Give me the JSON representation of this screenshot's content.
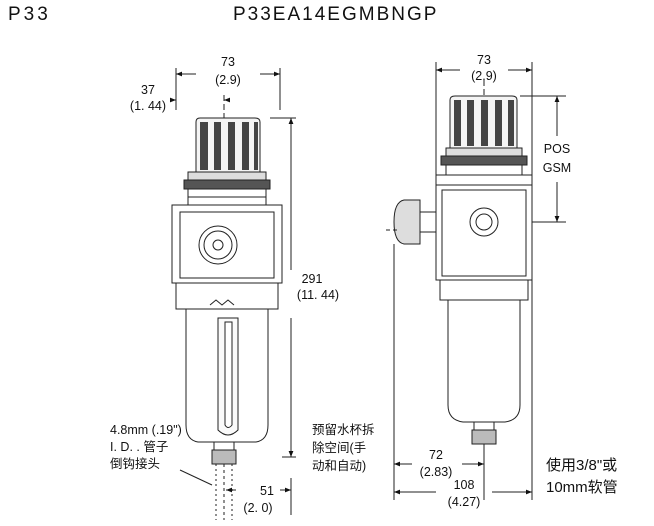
{
  "header": {
    "series": "P33",
    "model": "P33EA14EGMBNGP"
  },
  "front_view": {
    "width_mm": "73",
    "width_in": "(2.9)",
    "offset_mm": "37",
    "offset_in": "(1. 44)",
    "height_mm": "291",
    "height_in": "(11. 44)",
    "drain_offset_mm": "51",
    "drain_offset_in": "(2. 0)",
    "fitting_note": [
      "4.8mm (.19\")",
      "I. D. . 管子",
      "倒钩接头"
    ]
  },
  "side_view": {
    "width_mm": "73",
    "width_in": "(2.9)",
    "pos_label": "POS",
    "gsm_label": "GSM",
    "clearance_note": [
      "预留水杯拆",
      "除空间(手",
      "动和自动)"
    ],
    "gauge_offset_mm": "72",
    "gauge_offset_in": "(2.83)",
    "total_width_mm": "108",
    "total_width_in": "(4.27)",
    "tube_note": [
      "使用3/8\"或",
      "10mm软管"
    ]
  }
}
